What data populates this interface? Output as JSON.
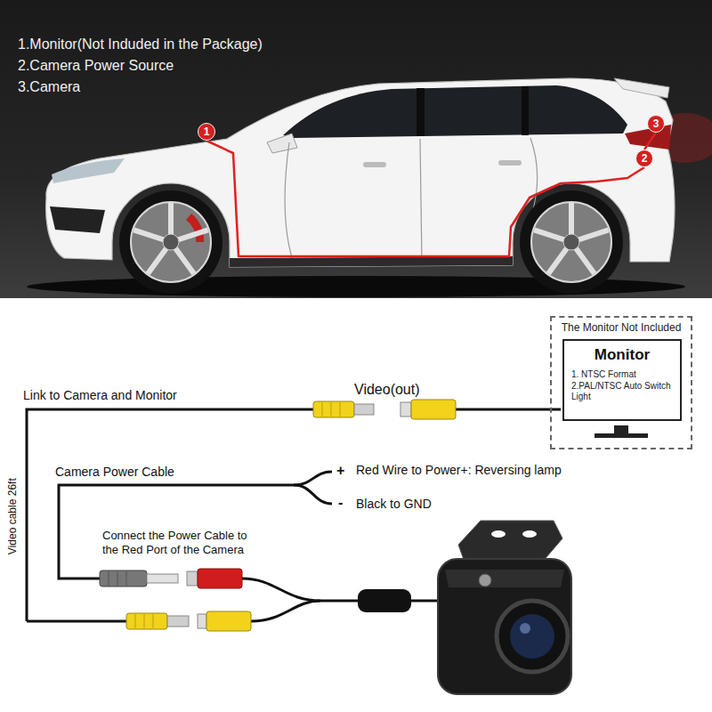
{
  "diagram": {
    "nodes": [
      {
        "text": [
          "1"
        ]
      },
      {
        "text": [
          "2"
        ]
      },
      {
        "text": [
          "3"
        ]
      },
      {
        "text": [
          "The Monitor Not Included"
        ]
      },
      {
        "text": [
          "Monitor",
          "1. NTSC Format",
          "2.PAL/NTSC Auto Switch Light"
        ],
        "in": 3
      }
    ],
    "edges": [
      {
        "from": 0,
        "to": 1,
        "arrow": "none"
      },
      {
        "from": 1,
        "to": 2,
        "arrow": "none"
      }
    ],
    "labels": [
      "1.Monitor(Not Induded in the Package)",
      "2.Camera Power Source",
      "3.Camera",
      "Link to Camera and Monitor",
      "Video(out)",
      "Camera Power Cable",
      "+",
      "Red Wire to Power+: Reversing lamp",
      "-",
      "Black to GND",
      "Connect the Power Cable to the Red Port of the Camera",
      "Video cable 26ft"
    ]
  }
}
